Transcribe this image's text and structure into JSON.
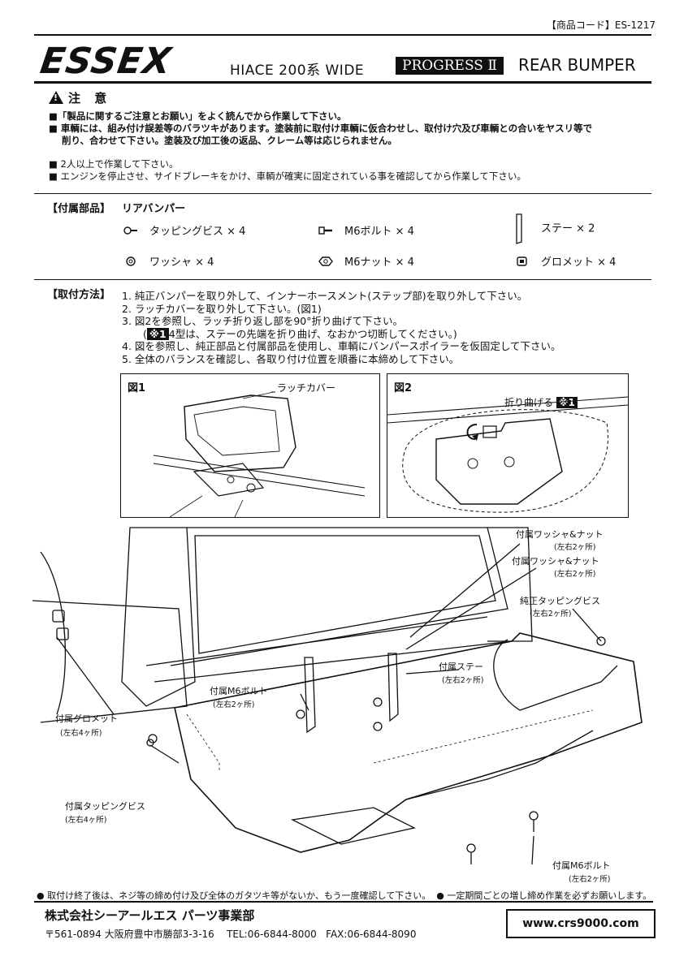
{
  "header": {
    "product_code": "【商品コード】ES-1217",
    "brand": "ESSEX",
    "model": "HIACE 200系 WIDE",
    "series": "PROGRESS Ⅱ",
    "product": "REAR BUMPER"
  },
  "caution": {
    "title": "注 意",
    "warnings": [
      "■「製品に関するご注意とお願い」をよく読んでから作業して下さい。",
      "■ 車輌には、組み付け誤差等のバラツキがあります。塗装前に取付け車輌に仮合わせし、取付け穴及び車輌との合いをヤスリ等で",
      "削り、合わせて下さい。塗装及び加工後の返品、クレーム等は応じられません。"
    ],
    "notes": [
      "■ 2人以上で作業して下さい。",
      "■ エンジンを停止させ、サイドブレーキをかけ、車輌が確実に固定されている事を確認してから作業して下さい。"
    ]
  },
  "parts": {
    "label": "【付属部品】",
    "main": "リアバンパー",
    "items": [
      {
        "icon": "screw-icon",
        "text": "タッピングビス × 4"
      },
      {
        "icon": "bolt-icon",
        "text": "M6ボルト × 4"
      },
      {
        "icon": "stay-icon",
        "text": "ステー × 2"
      },
      {
        "icon": "washer-icon",
        "text": "ワッシャ × 4"
      },
      {
        "icon": "nut-icon",
        "text": "M6ナット × 4"
      },
      {
        "icon": "grommet-icon",
        "text": "グロメット × 4"
      }
    ]
  },
  "install": {
    "label": "【取付方法】",
    "steps": [
      "1. 純正バンパーを取り外して、インナーホースメント(ステップ部)を取り外して下さい。",
      "2. ラッチカバーを取り外して下さい。(図1)",
      "3. 図2を参照し、ラッチ折り返し部を90°折り曲げて下さい。",
      "4. 図を参照し、純正部品と付属部品を使用し、車輌にバンパースポイラーを仮固定して下さい。",
      "5. 全体のバランスを確認し、各取り付け位置を順番に本締めして下さい。"
    ],
    "step3_note_pre": "(",
    "step3_badge": "※1",
    "step3_note": "4型は、ステーの先端を折り曲げ、なおかつ切断してください。)"
  },
  "fig1": {
    "label": "図1",
    "callout": "ラッチカバー"
  },
  "fig2": {
    "label": "図2",
    "callout": "折り曲げる",
    "badge": "※1"
  },
  "diagram": {
    "callouts": [
      {
        "text": "付属ワッシャ&ナット",
        "sub": "(左右2ヶ所)"
      },
      {
        "text": "付属ワッシャ&ナット",
        "sub": "(左右2ヶ所)"
      },
      {
        "text": "純正タッピングビス",
        "sub": "(左右2ヶ所)"
      },
      {
        "text": "付属ステー",
        "sub": "(左右2ヶ所)"
      },
      {
        "text": "付属M6ボルト",
        "sub": "(左右2ヶ所)"
      },
      {
        "text": "付属グロメット",
        "sub": "(左右4ヶ所)"
      },
      {
        "text": "付属タッピングビス",
        "sub": "(左右4ヶ所)"
      },
      {
        "text": "付属M6ボルト",
        "sub": "(左右2ヶ所)"
      }
    ]
  },
  "footer": {
    "note1": "● 取付け終了後は、ネジ等の締め付け及び全体のガタツキ等がないか、もう一度確認して下さい。",
    "note2": "● 一定期間ごとの増し締め作業を必ずお願いします。",
    "company": "株式会社シーアールエス パーツ事業部",
    "address": "〒561-0894 大阪府豊中市勝部3-3-16",
    "tel": "TEL:06-6844-8000",
    "fax": "FAX:06-6844-8090",
    "url": "www.crs9000.com"
  }
}
